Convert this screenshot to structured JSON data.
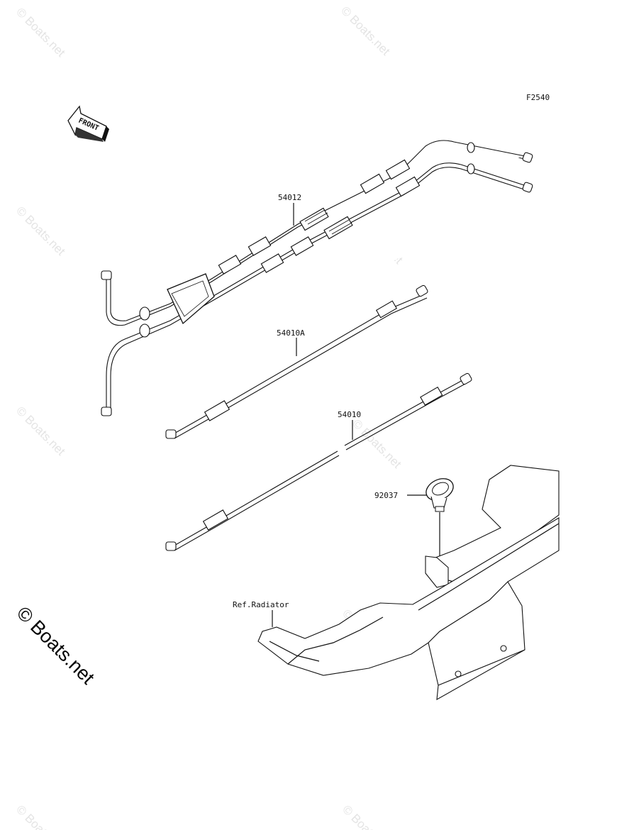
{
  "diagram": {
    "ref_code": "F2540",
    "direction_label": "FRONT",
    "parts": [
      {
        "id": "p1",
        "number": "54012"
      },
      {
        "id": "p2",
        "number": "54010A"
      },
      {
        "id": "p3",
        "number": "54010"
      },
      {
        "id": "p4",
        "number": "92037"
      }
    ],
    "reference_label": "Ref.Radiator"
  },
  "watermark": {
    "text": "© Boats.net",
    "copyright_stamp": "© Boats.net"
  },
  "colors": {
    "line": "#111111",
    "watermark": "#e4e4e4",
    "background": "#ffffff"
  }
}
